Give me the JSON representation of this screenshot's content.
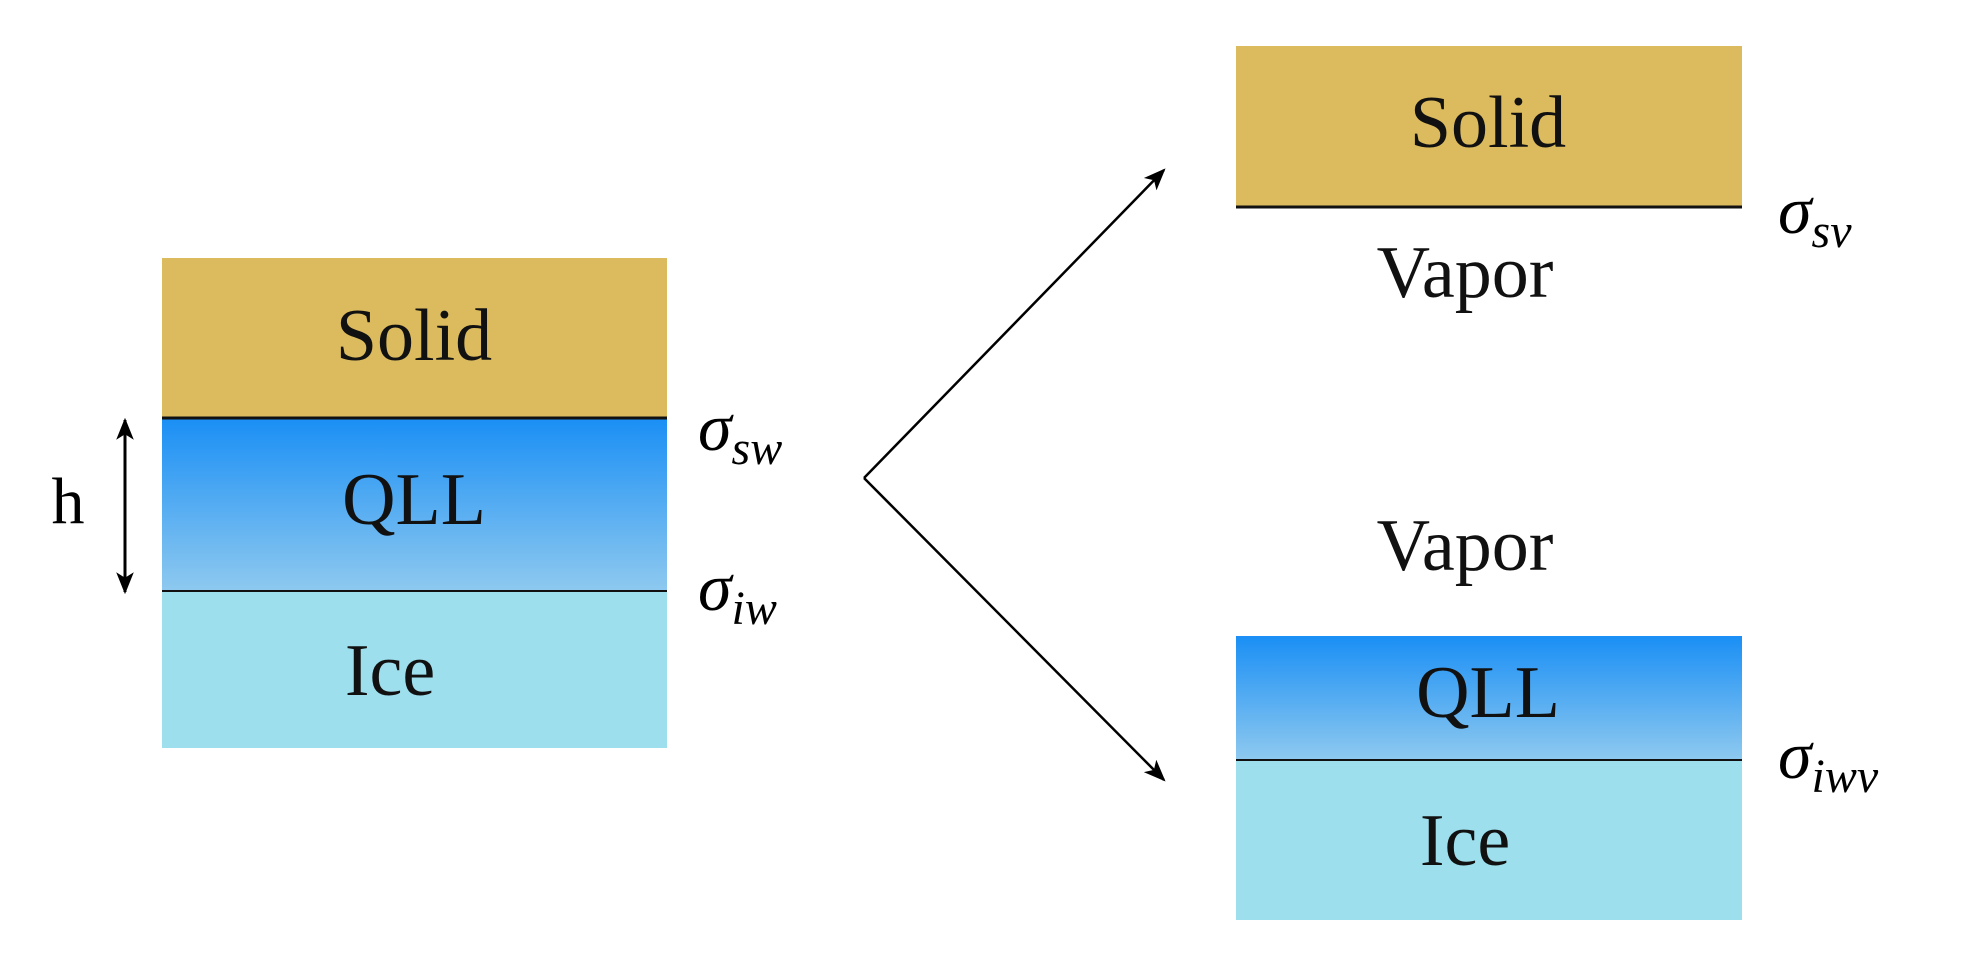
{
  "layers": {
    "solid": "Solid",
    "qll": "QLL",
    "ice": "Ice",
    "vapor": "Vapor"
  },
  "thickness_label": "h",
  "interfaces": {
    "sw": {
      "symbol": "σ",
      "subscript": "sw"
    },
    "iw": {
      "symbol": "σ",
      "subscript": "iw"
    },
    "sv": {
      "symbol": "σ",
      "subscript": "sv"
    },
    "iwv": {
      "symbol": "σ",
      "subscript": "iwv"
    }
  },
  "colors": {
    "solid": "#dcbb5e",
    "qll_top": "#1a8ff5",
    "qll_bottom": "#8ec9ef",
    "ice": "#9ddfec",
    "line": "#111111"
  }
}
